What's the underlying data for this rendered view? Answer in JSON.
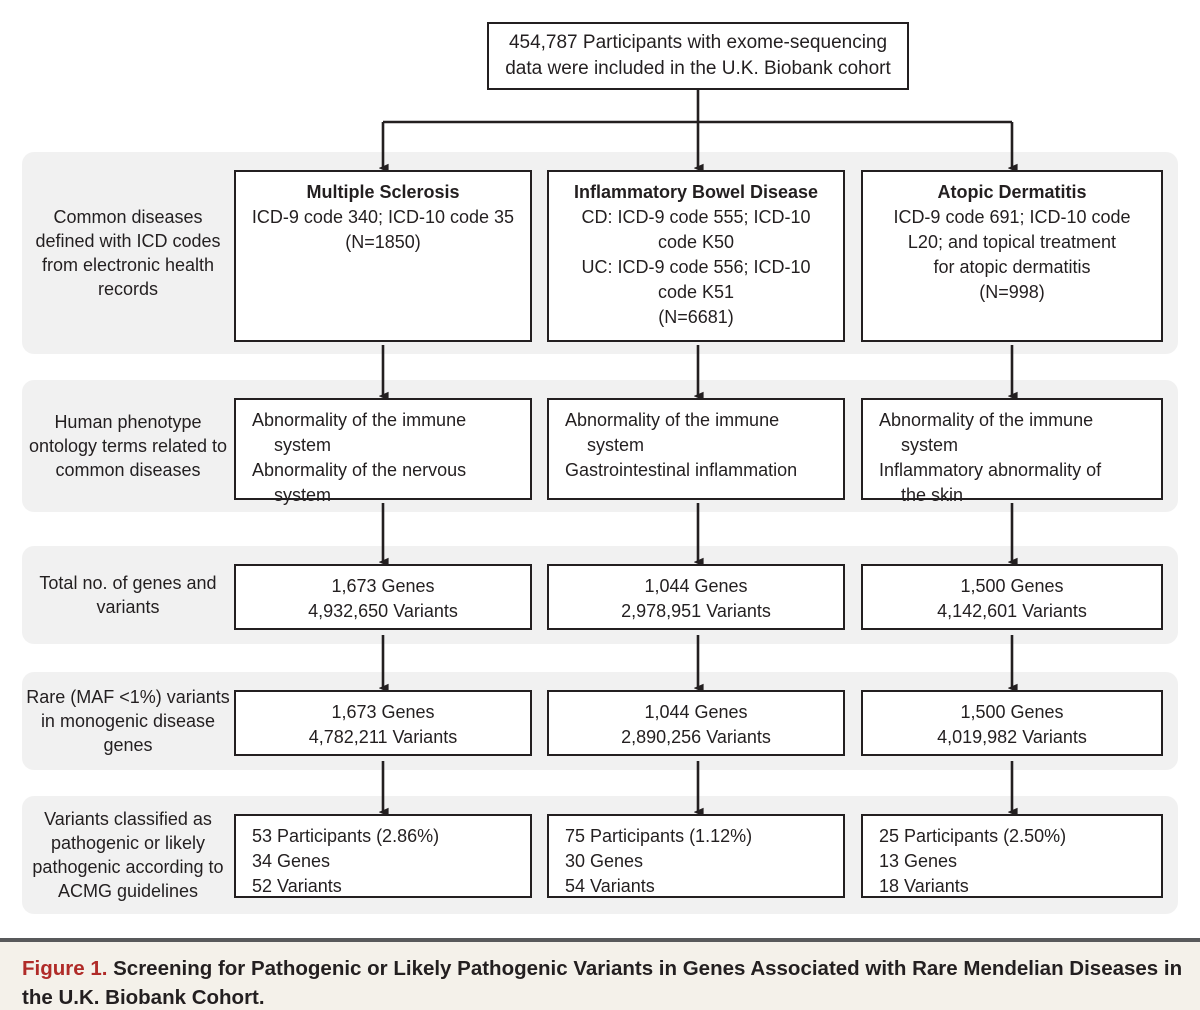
{
  "figure": {
    "top_box": "454,787 Participants with exome-sequencing data were included in the U.K. Biobank cohort",
    "columns": [
      "Multiple Sclerosis",
      "Inflammatory Bowel Disease",
      "Atopic Dermatitis"
    ],
    "rows": [
      {
        "label": "Common diseases defined with ICD codes from electronic health records",
        "cells": [
          {
            "title": "Multiple Sclerosis",
            "lines": [
              "ICD-9 code 340; ICD-10 code 35",
              "(N=1850)"
            ]
          },
          {
            "title": "Inflammatory Bowel Disease",
            "lines": [
              "CD: ICD-9 code 555; ICD-10",
              "code K50",
              "UC: ICD-9 code 556; ICD-10",
              "code K51",
              "(N=6681)"
            ]
          },
          {
            "title": "Atopic Dermatitis",
            "lines": [
              "ICD-9 code 691; ICD-10 code",
              "L20; and topical treatment",
              "for atopic dermatitis",
              "(N=998)"
            ]
          }
        ]
      },
      {
        "label": "Human phenotype ontology terms related to common diseases",
        "cells": [
          {
            "lines": [
              "Abnormality of the immune",
              "system",
              "Abnormality of the nervous",
              "system"
            ],
            "indent": [
              false,
              true,
              false,
              true
            ]
          },
          {
            "lines": [
              "Abnormality of the immune",
              "system",
              "Gastrointestinal inflammation"
            ],
            "indent": [
              false,
              true,
              false
            ]
          },
          {
            "lines": [
              "Abnormality of the immune",
              "system",
              "Inflammatory abnormality of",
              "the skin"
            ],
            "indent": [
              false,
              true,
              false,
              true
            ]
          }
        ]
      },
      {
        "label": "Total no. of genes and variants",
        "cells": [
          {
            "lines": [
              "1,673 Genes",
              "4,932,650 Variants"
            ]
          },
          {
            "lines": [
              "1,044 Genes",
              "2,978,951 Variants"
            ]
          },
          {
            "lines": [
              "1,500 Genes",
              "4,142,601 Variants"
            ]
          }
        ]
      },
      {
        "label": "Rare (MAF <1%) variants in monogenic disease genes",
        "cells": [
          {
            "lines": [
              "1,673 Genes",
              "4,782,211 Variants"
            ]
          },
          {
            "lines": [
              "1,044 Genes",
              "2,890,256 Variants"
            ]
          },
          {
            "lines": [
              "1,500 Genes",
              "4,019,982 Variants"
            ]
          }
        ]
      },
      {
        "label": "Variants classified as pathogenic or likely pathogenic according to ACMG guidelines",
        "cells": [
          {
            "lines": [
              "53 Participants (2.86%)",
              "34 Genes",
              "52 Variants"
            ]
          },
          {
            "lines": [
              "75 Participants (1.12%)",
              "30 Genes",
              "54 Variants"
            ]
          },
          {
            "lines": [
              "25 Participants (2.50%)",
              "13 Genes",
              "18 Variants"
            ]
          }
        ]
      }
    ],
    "caption": {
      "figure_label": "Figure 1.",
      "title": " Screening for Pathogenic or Likely Pathogenic Variants in Genes Associated with Rare Mendelian Diseases in the U.K. Biobank Cohort."
    },
    "colors": {
      "band": "#f1f1f1",
      "stroke": "#231f20",
      "caption_accent": "#b02b28",
      "caption_background": "#f4f1ea"
    }
  }
}
